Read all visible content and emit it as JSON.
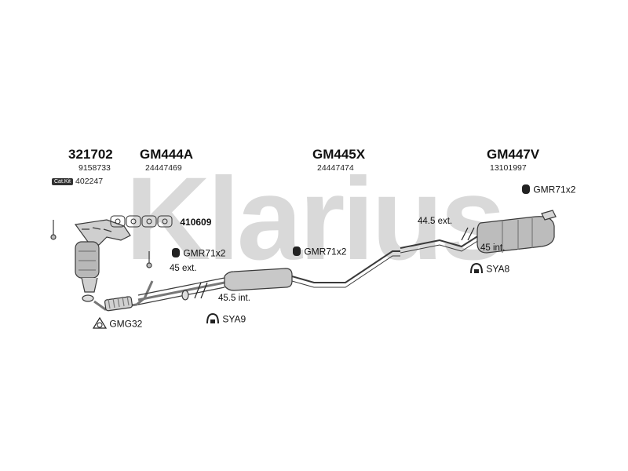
{
  "watermark": {
    "brand_text": "Klarius",
    "color": "#d9d9d9"
  },
  "colors": {
    "line": "#3a3a3a",
    "metal": "#bdbdbd",
    "metal_dark": "#8a8a8a"
  },
  "parts": {
    "p1": {
      "code": "321702",
      "ref1": "9158733",
      "catkit_badge": "Cat.Kit",
      "catkit_ref": "402247"
    },
    "p2": {
      "code": "GM444A",
      "ref1": "24447469"
    },
    "p3": {
      "code": "GM445X",
      "ref1": "24447474"
    },
    "p4": {
      "code": "GM447V",
      "ref1": "13101997"
    }
  },
  "fittings": {
    "gasket": {
      "label": "410609",
      "icon": "gasket-set-icon"
    },
    "gmr_front": {
      "label": "GMR71x2",
      "icon": "rubber-mount-icon"
    },
    "gmr_mid": {
      "label": "GMR71x2",
      "icon": "rubber-mount-icon"
    },
    "gmr_rear": {
      "label": "GMR71x2",
      "icon": "rubber-mount-icon"
    },
    "gmg": {
      "label": "GMG32",
      "icon": "flange-gasket-icon"
    },
    "sya9": {
      "label": "SYA9",
      "icon": "clamp-icon"
    },
    "sya8": {
      "label": "SYA8",
      "icon": "clamp-icon"
    }
  },
  "dimensions": {
    "d45ext": "45 ext.",
    "d455int": "45.5 int.",
    "d445ext": "44.5 ext.",
    "d45int": "45 int."
  }
}
